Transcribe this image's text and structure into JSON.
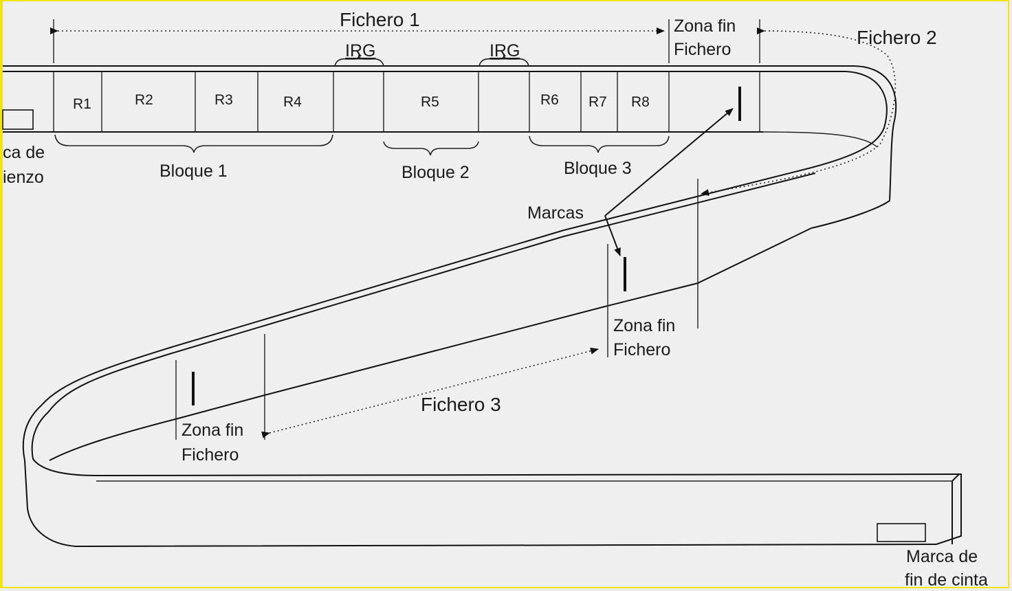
{
  "diagram": {
    "file1": "Fichero 1",
    "file2": "Fichero 2",
    "file3": "Fichero 3",
    "irg": "IRG",
    "zone_line1": "Zona fin",
    "zone_line2": "Fichero",
    "records": [
      "R1",
      "R2",
      "R3",
      "R4",
      "R5",
      "R6",
      "R7",
      "R8"
    ],
    "blocks": [
      "Bloque 1",
      "Bloque 2",
      "Bloque 3"
    ],
    "marks_label": "Marcas",
    "start_mark_line1": "ca de",
    "start_mark_line2": "ienzo",
    "end_mark_line1": "Marca de",
    "end_mark_line2": "fin de cinta"
  }
}
